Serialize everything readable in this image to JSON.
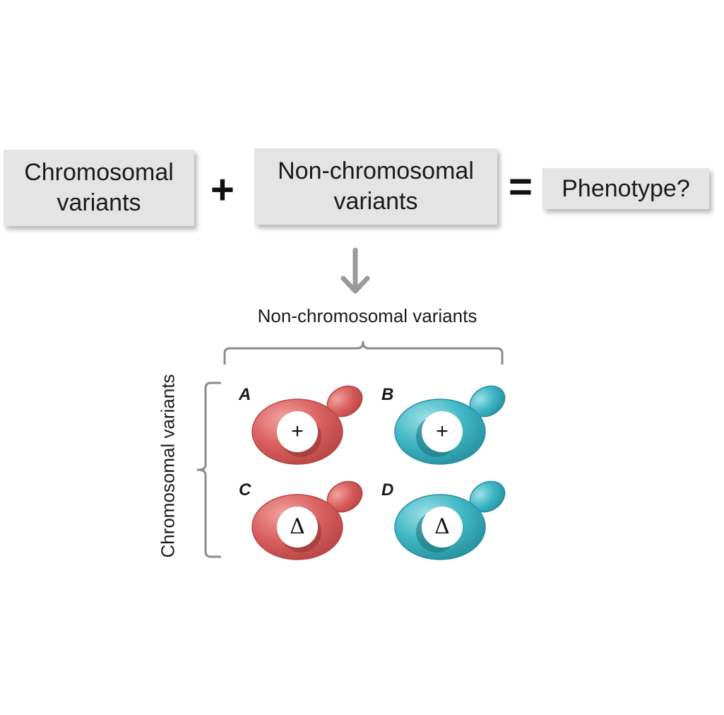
{
  "equation": {
    "term1": {
      "line1": "Chromosomal",
      "line2": "variants"
    },
    "operator1": "+",
    "term2": {
      "line1": "Non-chromosomal",
      "line2": "variants"
    },
    "operator2": "=",
    "result": "Phenotype?"
  },
  "grid": {
    "column_label": "Non-chromosomal variants",
    "row_label": "Chromosomal variants",
    "cells": [
      {
        "letter": "A",
        "symbol": "+",
        "color": "#d9605f"
      },
      {
        "letter": "B",
        "symbol": "+",
        "color": "#3fb6c4"
      },
      {
        "letter": "C",
        "symbol": "Δ",
        "color": "#d9605f"
      },
      {
        "letter": "D",
        "symbol": "Δ",
        "color": "#3fb6c4"
      }
    ]
  },
  "colors": {
    "box_fill": "#e4e4e4",
    "arrow": "#9a9a9a",
    "bracket": "#8c8c8c",
    "cell_red": "#d9605f",
    "cell_teal": "#3fb6c4"
  }
}
